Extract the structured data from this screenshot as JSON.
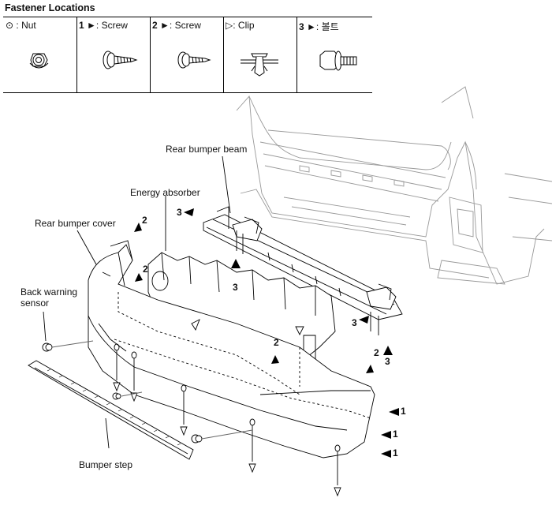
{
  "title": "Fastener Locations",
  "fasteners": [
    {
      "prefix": "",
      "symbol": "⊙",
      "label": ": Nut",
      "icon": "nut-icon"
    },
    {
      "prefix": "1",
      "symbol": "►",
      "label": ": Screw",
      "icon": "screw-icon"
    },
    {
      "prefix": "2",
      "symbol": "►",
      "label": ": Screw",
      "icon": "screw-icon"
    },
    {
      "prefix": "",
      "symbol": "▷",
      "label": ": Clip",
      "icon": "clip-icon"
    },
    {
      "prefix": "3",
      "symbol": "►",
      "label": ": 볼트",
      "icon": "bolt-icon"
    }
  ],
  "callouts": {
    "rear_bumper_beam": "Rear bumper beam",
    "energy_absorber": "Energy absorber",
    "rear_bumper_cover": "Rear bumper cover",
    "back_warning_sensor_1": "Back warning",
    "back_warning_sensor_2": "sensor",
    "bumper_step": "Bumper step"
  },
  "markers": {
    "m2a": "2",
    "m2b": "2",
    "m2c": "2",
    "m2d": "2",
    "m3a": "3",
    "m3b": "3",
    "m3c": "3",
    "m3d": "3",
    "m1a": "1",
    "m1b": "1",
    "m1c": "1"
  }
}
